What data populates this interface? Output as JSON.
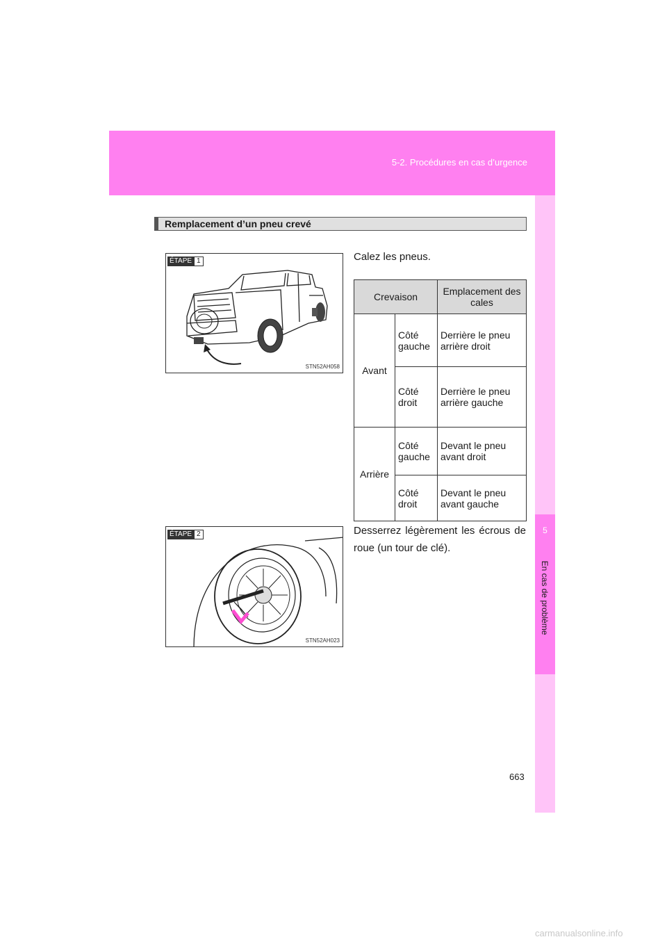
{
  "header": {
    "section": "5-2. Procédures en cas d’urgence"
  },
  "sidebar": {
    "chapter_number": "5",
    "chapter_title": "En cas de problème"
  },
  "section_title": "Remplacement d’un pneu crevé",
  "steps": [
    {
      "label": "ÉTAPE",
      "number": "1",
      "figure_code": "STN52AH058",
      "text": "Calez les pneus."
    },
    {
      "label": "ÉTAPE",
      "number": "2",
      "figure_code": "STN52AH023",
      "text": "Desserrez légèrement les écrous de roue (un tour de clé)."
    }
  ],
  "table": {
    "headers": [
      "Crevaison",
      "Emplacement des cales"
    ],
    "rows": [
      {
        "position": "Avant",
        "side": "Côté gauche",
        "location": "Derrière le pneu arrière droit"
      },
      {
        "position": "Avant",
        "side": "Côté droit",
        "location": "Derrière le pneu arrière gauche"
      },
      {
        "position": "Arrière",
        "side": "Côté gauche",
        "location": "Devant le pneu avant droit"
      },
      {
        "position": "Arrière",
        "side": "Côté droit",
        "location": "Devant le pneu avant gauche"
      }
    ]
  },
  "page_number": "663",
  "watermark": "carmanualsonline.info"
}
